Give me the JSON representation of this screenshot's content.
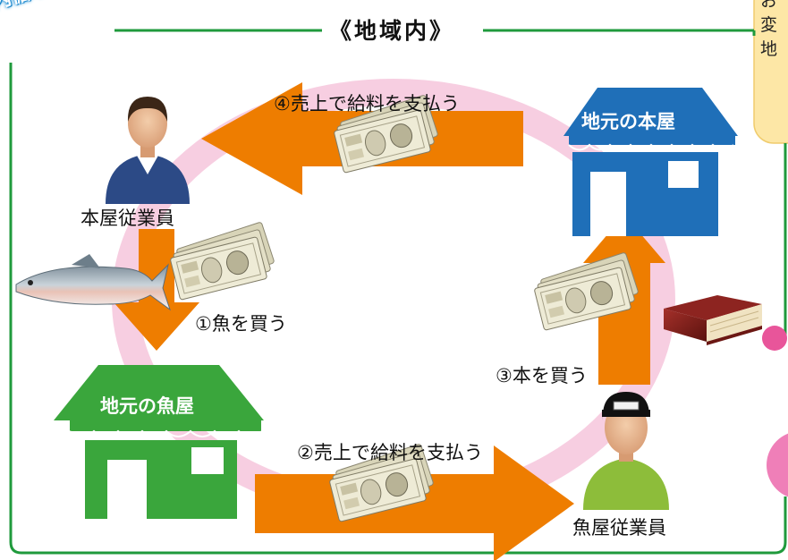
{
  "title": "《地域内》",
  "badge": "内循環 OK!",
  "note_lines": [
    "お",
    "変",
    "地"
  ],
  "nodes": {
    "honya_staff": "本屋従業員",
    "sakanaya_staff": "魚屋従業員",
    "sakanaya_shop": "地元の魚屋",
    "honya_shop": "地元の本屋"
  },
  "steps": {
    "step1": "①魚を買う",
    "step2": "②売上で給料を支払う",
    "step3": "③本を買う",
    "step4": "④売上で給料を支払う"
  },
  "colors": {
    "frame_green": "#1f9a3c",
    "arrow_orange": "#ee7d00",
    "shop_green": "#3aa63c",
    "shop_blue": "#1f6fb8",
    "ring_pink": "#f6c9de",
    "note_bg": "#fde7a6"
  }
}
